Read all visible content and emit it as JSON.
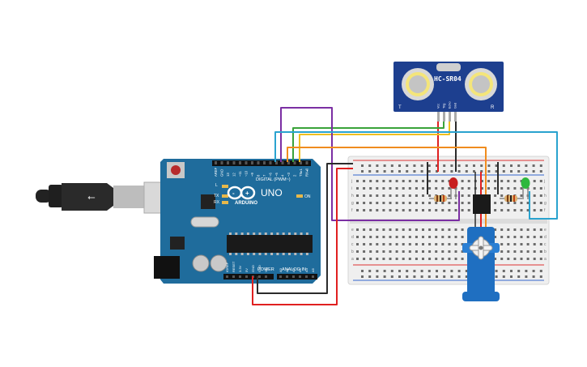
{
  "arduino": {
    "model": "UNO",
    "brand": "ARDUINO",
    "digital_label": "DIGITAL (PWM~)",
    "power_label": "POWER",
    "analog_label": "ANALOG IN",
    "on_label": "ON",
    "led_labels": [
      "L",
      "TX",
      "RX"
    ],
    "digital_pins": [
      "AREF",
      "GND",
      "13",
      "12",
      "~11",
      "~10",
      "~9",
      "8",
      "7",
      "~6",
      "~5",
      "4",
      "~3",
      "2",
      "TX▸1",
      "RX◂0"
    ],
    "power_pins": [
      "IOREF",
      "RESET",
      "3.3V",
      "5V",
      "GND",
      "GND",
      "Vin"
    ],
    "analog_pins": [
      "A0",
      "A1",
      "A2",
      "A3",
      "A4",
      "A5"
    ]
  },
  "sensor": {
    "name": "HC-SR04",
    "pins": [
      "Vcc",
      "Trig",
      "Echo",
      "Gnd"
    ],
    "left_mark": "T",
    "right_mark": "R"
  },
  "breadboard": {
    "row_letters_top": [
      "j",
      "i",
      "h",
      "g",
      "f"
    ],
    "row_letters_bottom": [
      "e",
      "d",
      "c",
      "b",
      "a"
    ]
  },
  "components": {
    "led_red_color": "#c81e1e",
    "led_green_color": "#2db83d",
    "servo_color": "#1f6fc1"
  },
  "wires": {
    "red": "#e02020",
    "black": "#2b2b2b",
    "purple": "#7b2fa3",
    "green": "#3aa33a",
    "yellow": "#f0c020",
    "orange": "#f08c1e",
    "cyan": "#2aa3cf"
  }
}
